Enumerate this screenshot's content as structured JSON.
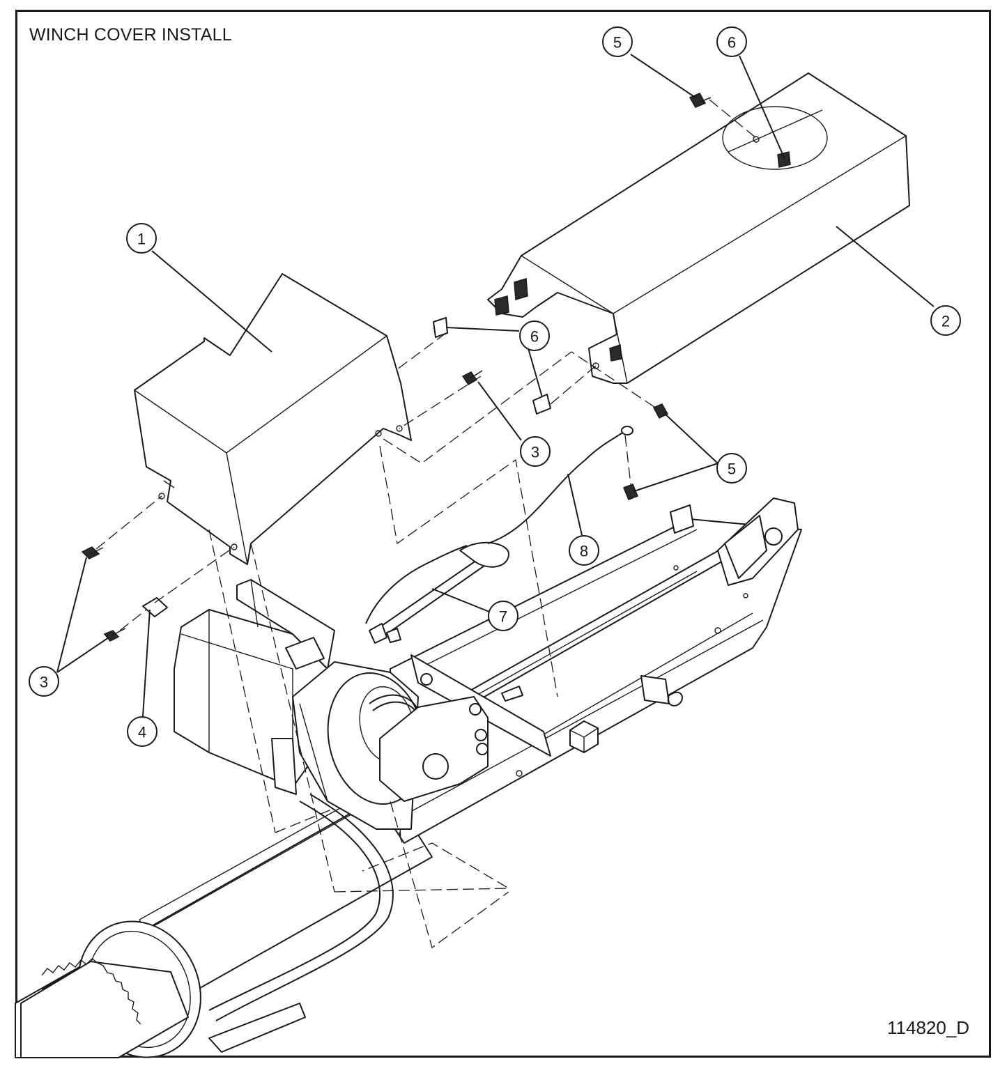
{
  "title": "WINCH COVER INSTALL",
  "document_number": "114820_D",
  "callouts": [
    {
      "id": "callout-1",
      "label": "1"
    },
    {
      "id": "callout-2",
      "label": "2"
    },
    {
      "id": "callout-3a",
      "label": "3"
    },
    {
      "id": "callout-3b",
      "label": "3"
    },
    {
      "id": "callout-4",
      "label": "4"
    },
    {
      "id": "callout-5a",
      "label": "5"
    },
    {
      "id": "callout-5b",
      "label": "5"
    },
    {
      "id": "callout-6a",
      "label": "6"
    },
    {
      "id": "callout-6b",
      "label": "6"
    },
    {
      "id": "callout-7",
      "label": "7"
    },
    {
      "id": "callout-8",
      "label": "8"
    }
  ]
}
